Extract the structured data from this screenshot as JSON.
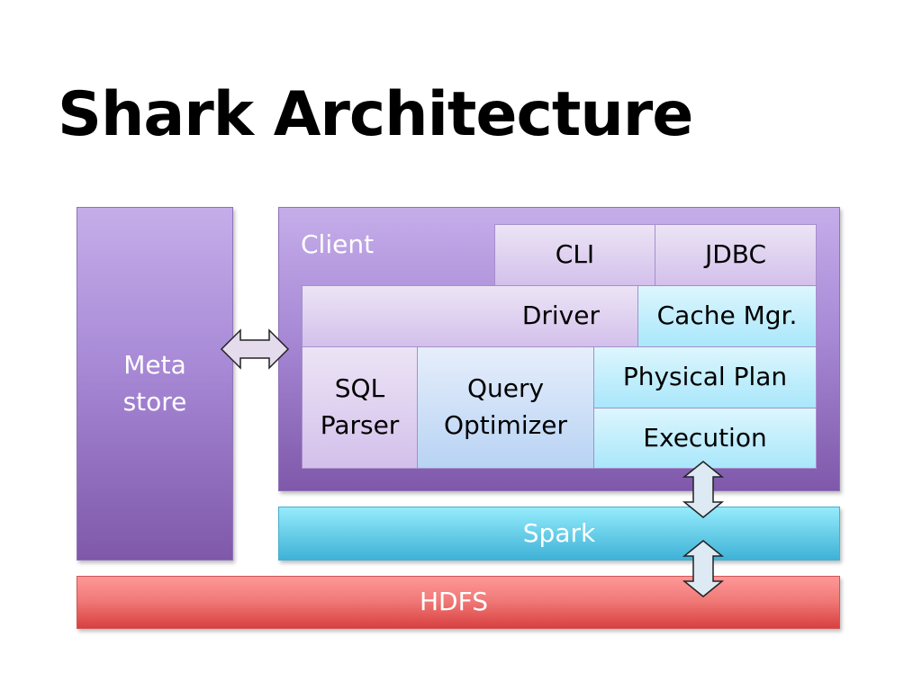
{
  "slide": {
    "title": "Shark Architecture"
  },
  "diagram": {
    "metastore": {
      "label_line1": "Meta",
      "label_line2": "store"
    },
    "client": {
      "label": "Client",
      "components": {
        "cli": "CLI",
        "jdbc": "JDBC",
        "driver": "Driver",
        "cache_mgr": "Cache Mgr.",
        "sql_parser_line1": "SQL",
        "sql_parser_line2": "Parser",
        "query_optimizer_line1": "Query",
        "query_optimizer_line2": "Optimizer",
        "physical_plan": "Physical Plan",
        "execution": "Execution"
      }
    },
    "spark": {
      "label": "Spark"
    },
    "hdfs": {
      "label": "HDFS"
    },
    "connectors": [
      {
        "from": "Meta store",
        "to": "Client",
        "type": "double-arrow-horizontal"
      },
      {
        "from": "Execution",
        "to": "Spark",
        "type": "double-arrow-vertical"
      },
      {
        "from": "Spark",
        "to": "HDFS",
        "type": "double-arrow-vertical"
      }
    ],
    "colors": {
      "purple": "#7f58aa",
      "light_purple": "#d3c0eb",
      "light_blue": "#b8d3f4",
      "cyan": "#a9e7fb",
      "spark": "#3fb2d7",
      "hdfs": "#d94040"
    }
  }
}
